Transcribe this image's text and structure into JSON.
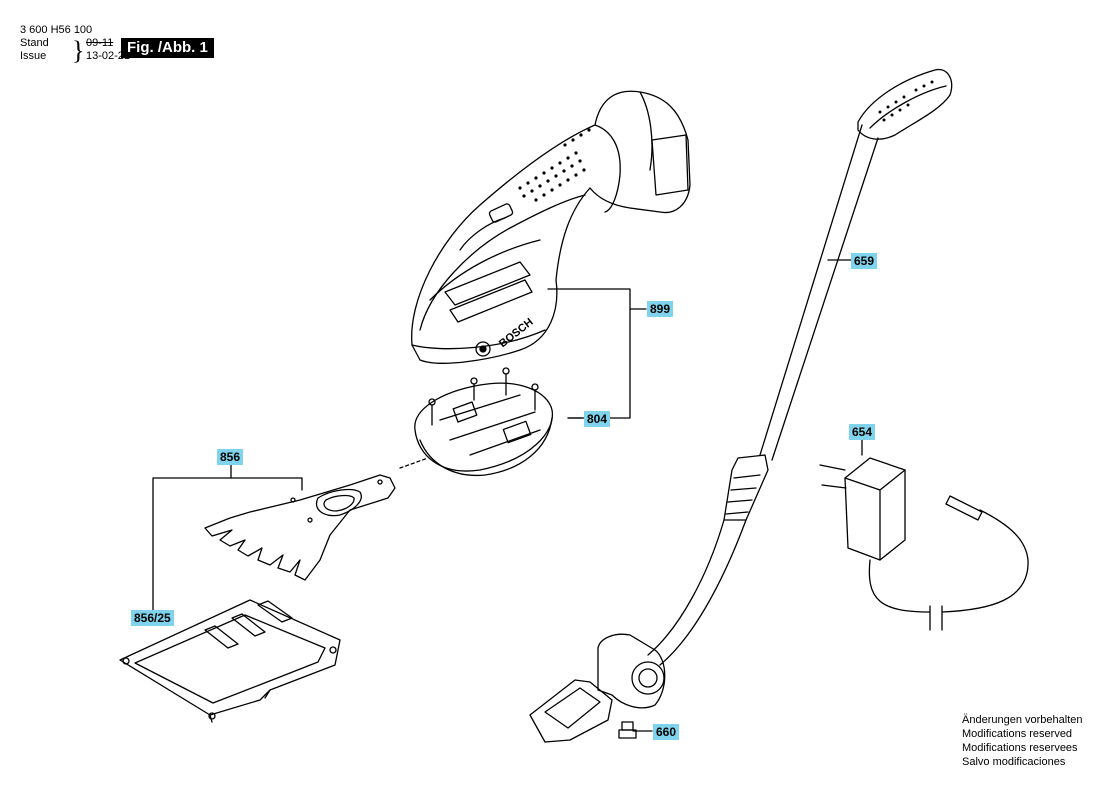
{
  "header": {
    "doc_number": "3 600 H56 100",
    "stand_label": "Stand",
    "issue_label": "Issue",
    "stand_value": "09-11",
    "issue_value": "13-02-21",
    "figure_label": "Fig. /Abb. 1"
  },
  "brand_text": "BOSCH",
  "callouts": {
    "c899": "899",
    "c804": "804",
    "c856": "856",
    "c856_25": "856/25",
    "c659": "659",
    "c654": "654",
    "c660": "660"
  },
  "disclaimer": [
    "Änderungen vorbehalten",
    "Modifications reserved",
    "Modifications reservees",
    "Salvo modificaciones"
  ],
  "colors": {
    "callout_bg": "#7fd3ec",
    "line": "#000000"
  }
}
